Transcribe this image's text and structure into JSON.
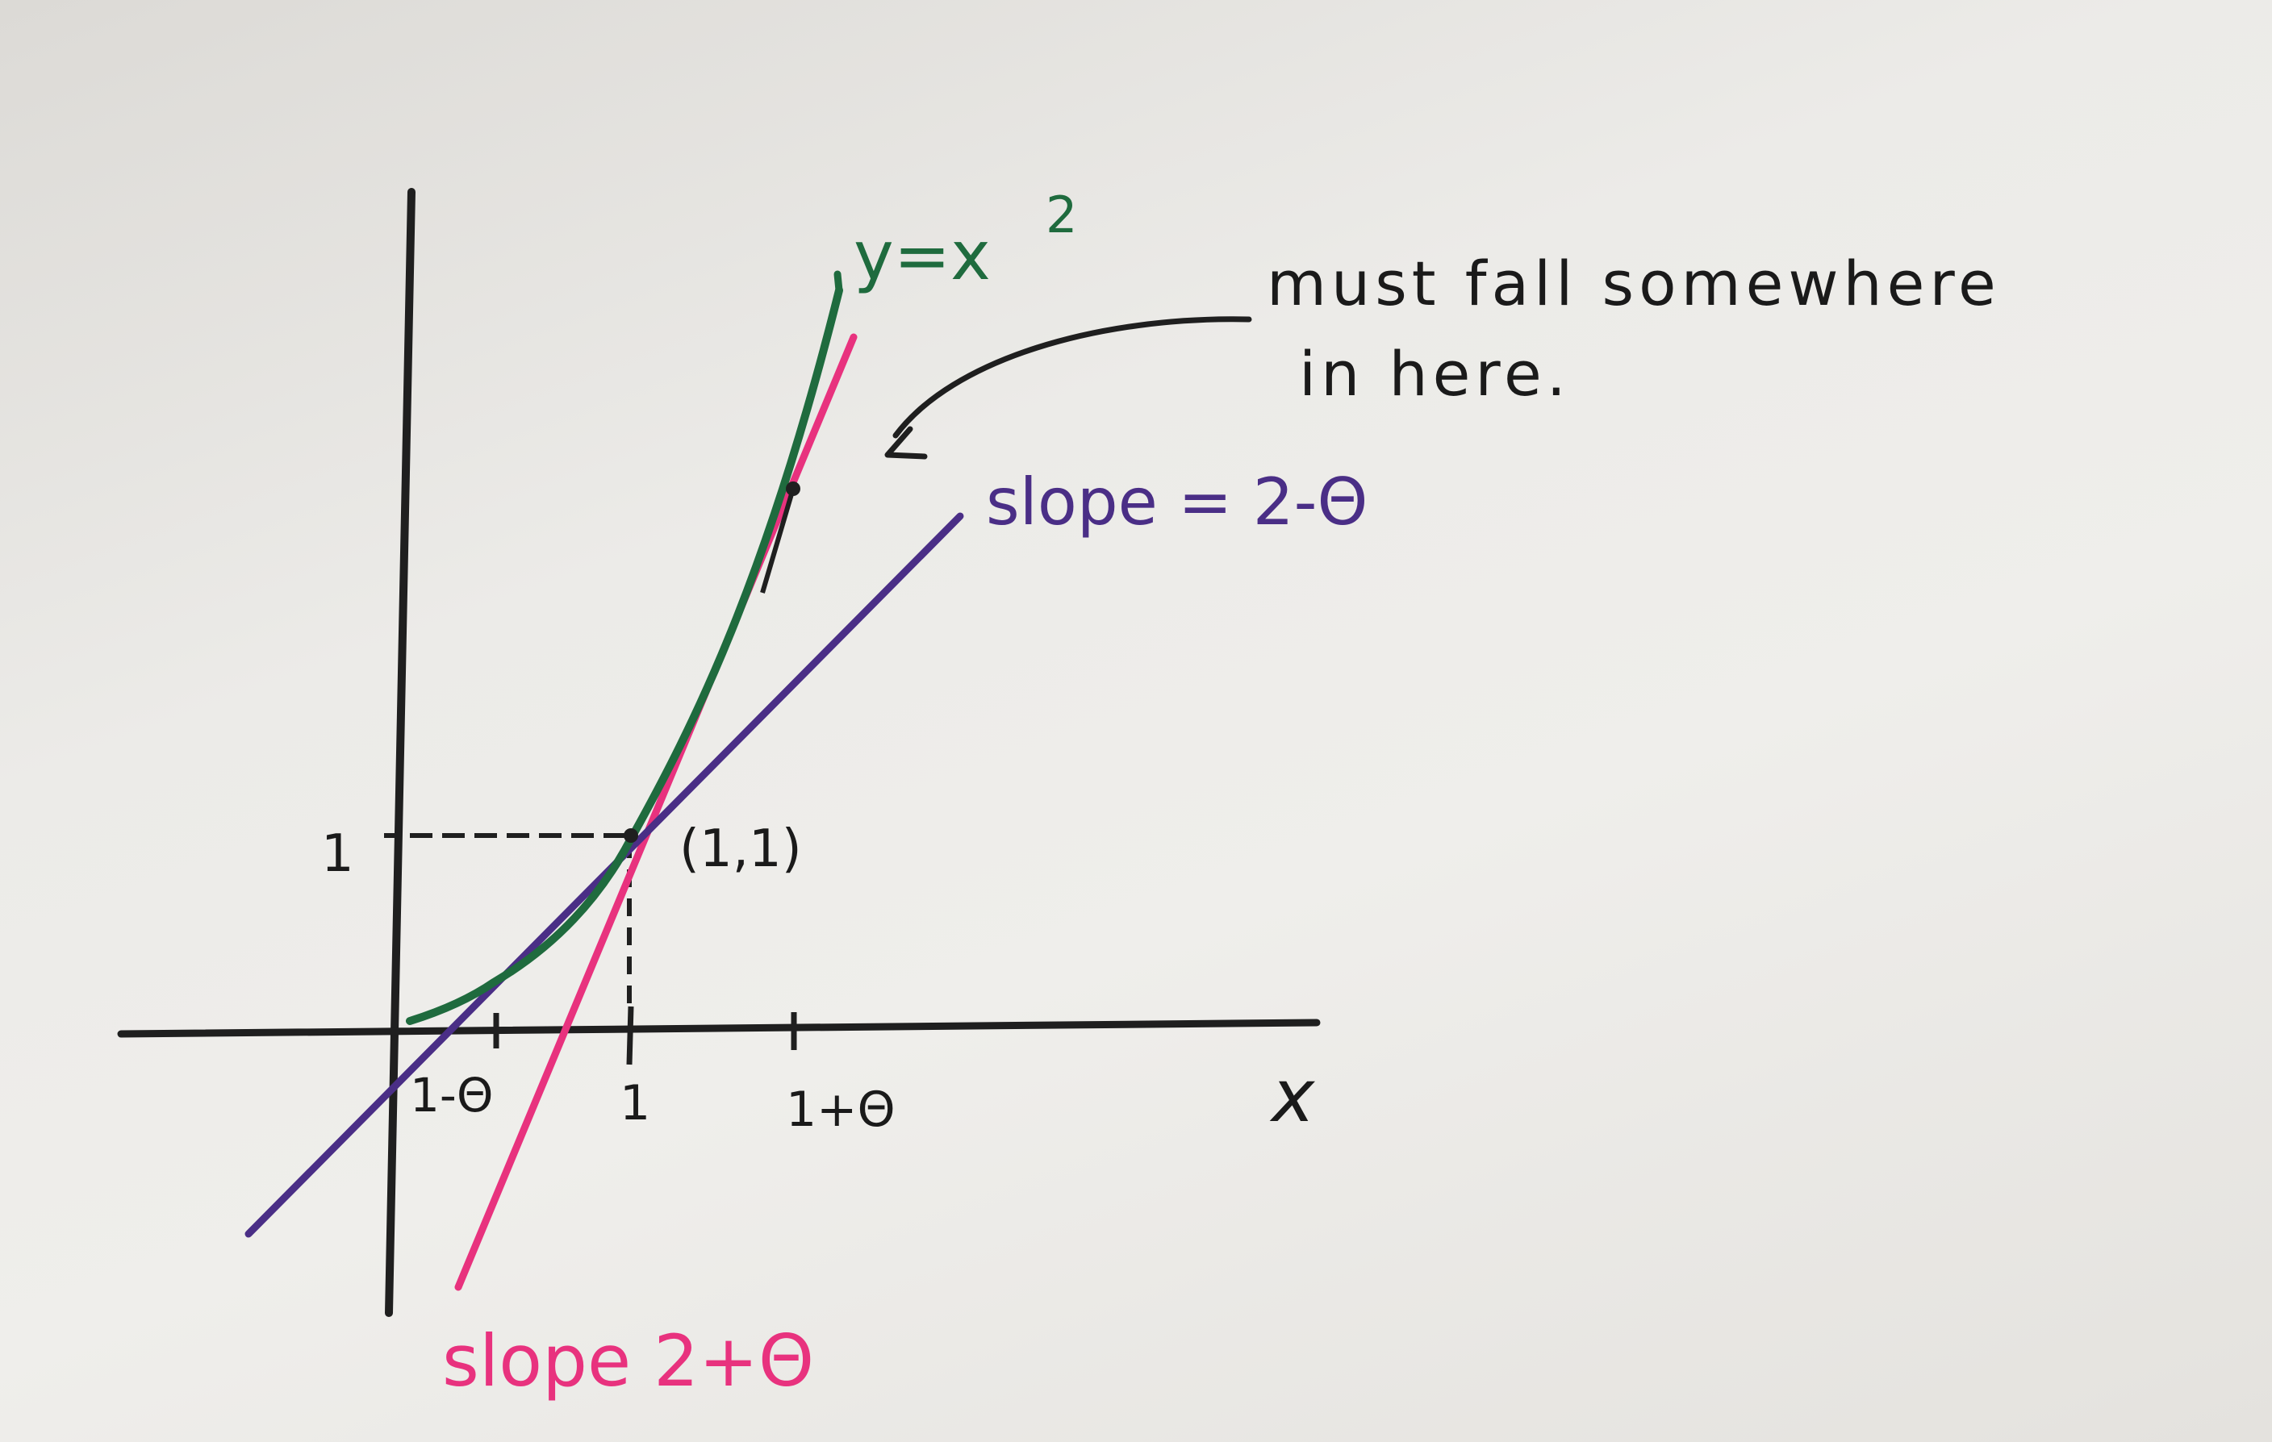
{
  "colors": {
    "axes": "#1f1f1f",
    "curve": "#1f6b3e",
    "pink": "#e8327e",
    "purple": "#4a2e86",
    "ink": "#1a1a1a"
  },
  "labels": {
    "curve": "y=x",
    "curve_exp": "2",
    "annotation_line1": "must fall somewhere",
    "annotation_line2": "in here.",
    "slope_low": "slope = 2-Θ",
    "slope_high": "slope 2+Θ",
    "point": "(1,1)",
    "y_tick": "1",
    "x_tick_left": "1-Θ",
    "x_tick_mid": "1",
    "x_tick_right": "1+Θ",
    "x_axis": "x"
  }
}
